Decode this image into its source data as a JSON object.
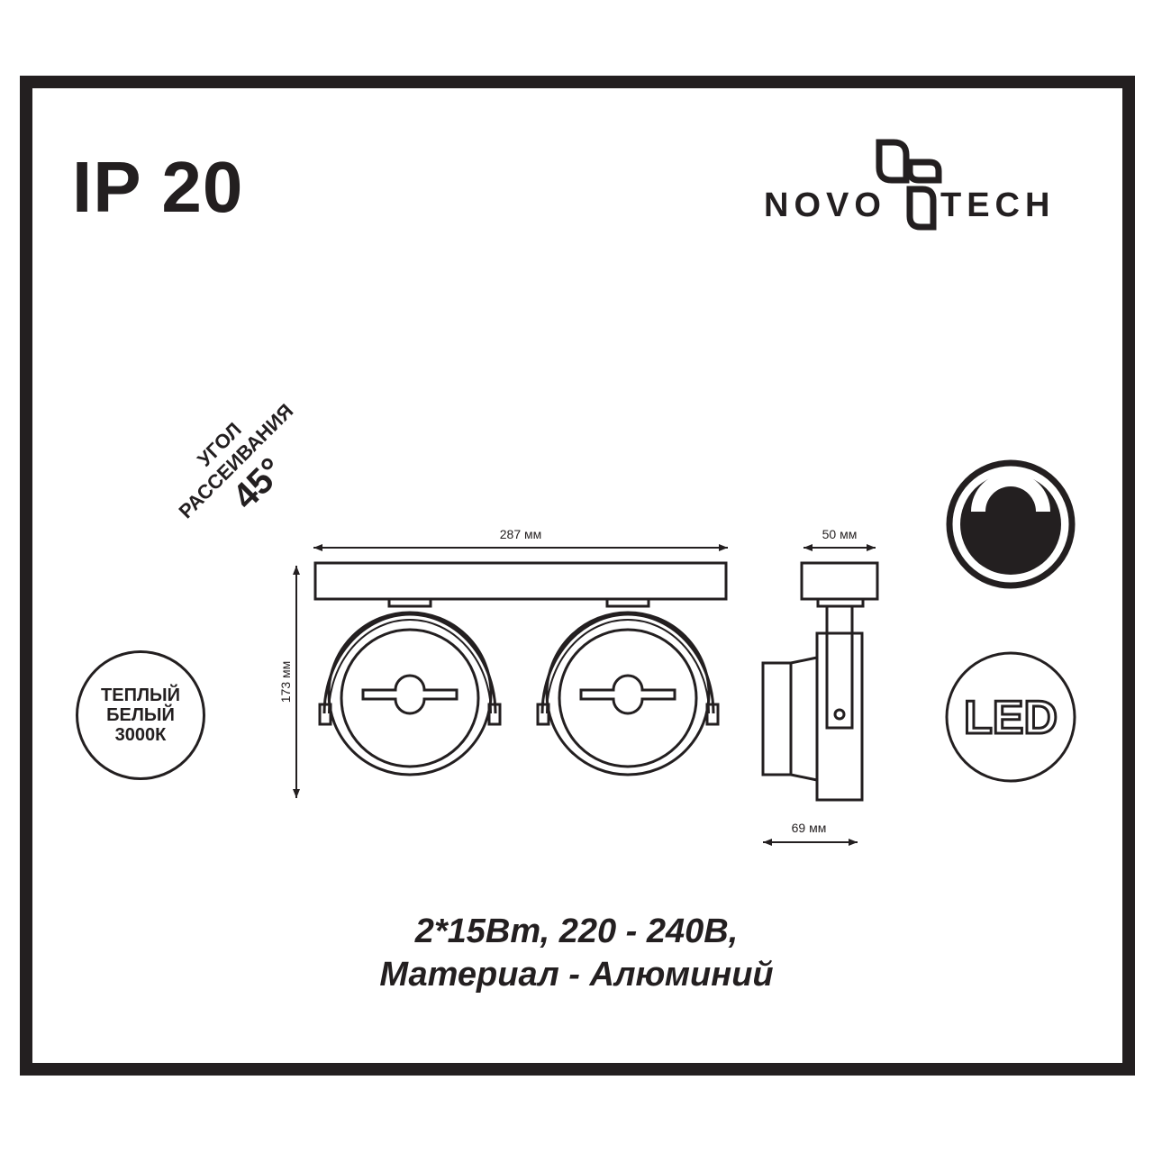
{
  "header": {
    "ip_rating": "IP 20",
    "brand": "NOVOTECH",
    "brand_left": "NOVO",
    "brand_right": "TECH"
  },
  "beam_angle": {
    "line1": "УГОЛ",
    "line2": "РАССЕИВАНИЯ",
    "value": "45°"
  },
  "color_temp_badge": {
    "line1": "ТЕПЛЫЙ",
    "line2": "БЕЛЫЙ",
    "line3": "3000К"
  },
  "icons": {
    "adjustable": "adjustable-spot-icon",
    "led": "LED"
  },
  "dimensions": {
    "width": "287 мм",
    "height": "173 мм",
    "side_top": "50 мм",
    "side_depth": "69 мм"
  },
  "specs": {
    "line1": "2*15Вт, 220 - 240В,",
    "line2": "Материал - Алюминий"
  },
  "colors": {
    "ink": "#231f20",
    "background": "#ffffff"
  }
}
